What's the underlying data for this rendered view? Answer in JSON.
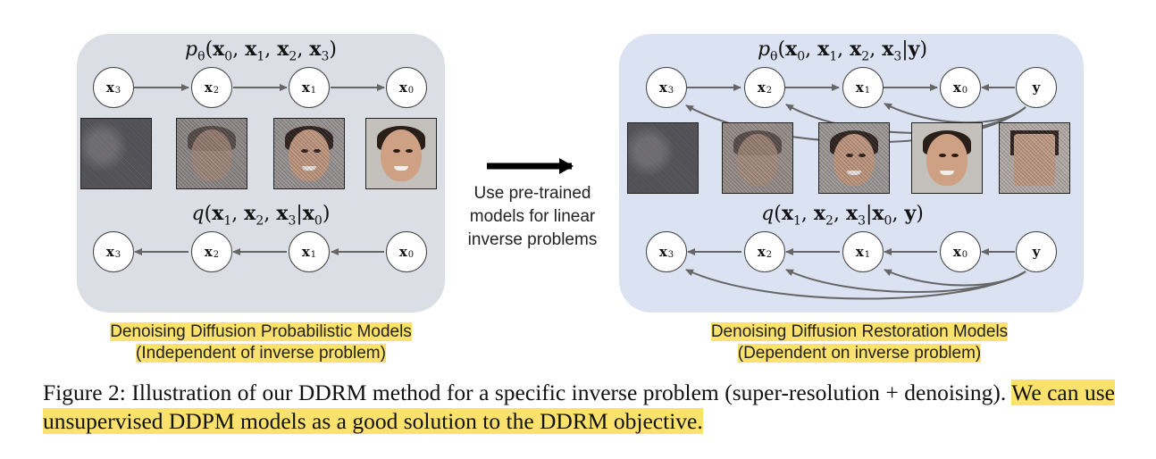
{
  "left": {
    "formula_top_text": "p_θ(x_0, x_1, x_2, x_3)",
    "formula_mid_text": "q(x_1, x_2, x_3|x_0)",
    "nodes": [
      "x_3",
      "x_2",
      "x_1",
      "x_0"
    ],
    "label_line1": "Denoising Diffusion Probabilistic Models",
    "label_line2": "(Independent of inverse problem)"
  },
  "right": {
    "formula_top_text": "p_θ(x_0, x_1, x_2, x_3|y)",
    "formula_mid_text": "q(x_1, x_2, x_3|x_0, y)",
    "nodes": [
      "x_3",
      "x_2",
      "x_1",
      "x_0",
      "y"
    ],
    "label_line1": "Denoising Diffusion Restoration Models",
    "label_line2": "(Dependent on inverse problem)"
  },
  "arrow_text": "Use pre-trained models for linear inverse problems",
  "caption": {
    "prefix": "Figure 2: Illustration of our DDRM method for a specific inverse problem (super-resolution + denoising). ",
    "highlighted": "We can use unsupervised DDPM models as a good solution to the DDRM objective."
  },
  "colors": {
    "left_panel_bg": "#dcdee5",
    "right_panel_bg": "#dbe3f3",
    "highlight": "#fbe26d",
    "arrow": "#666666"
  }
}
